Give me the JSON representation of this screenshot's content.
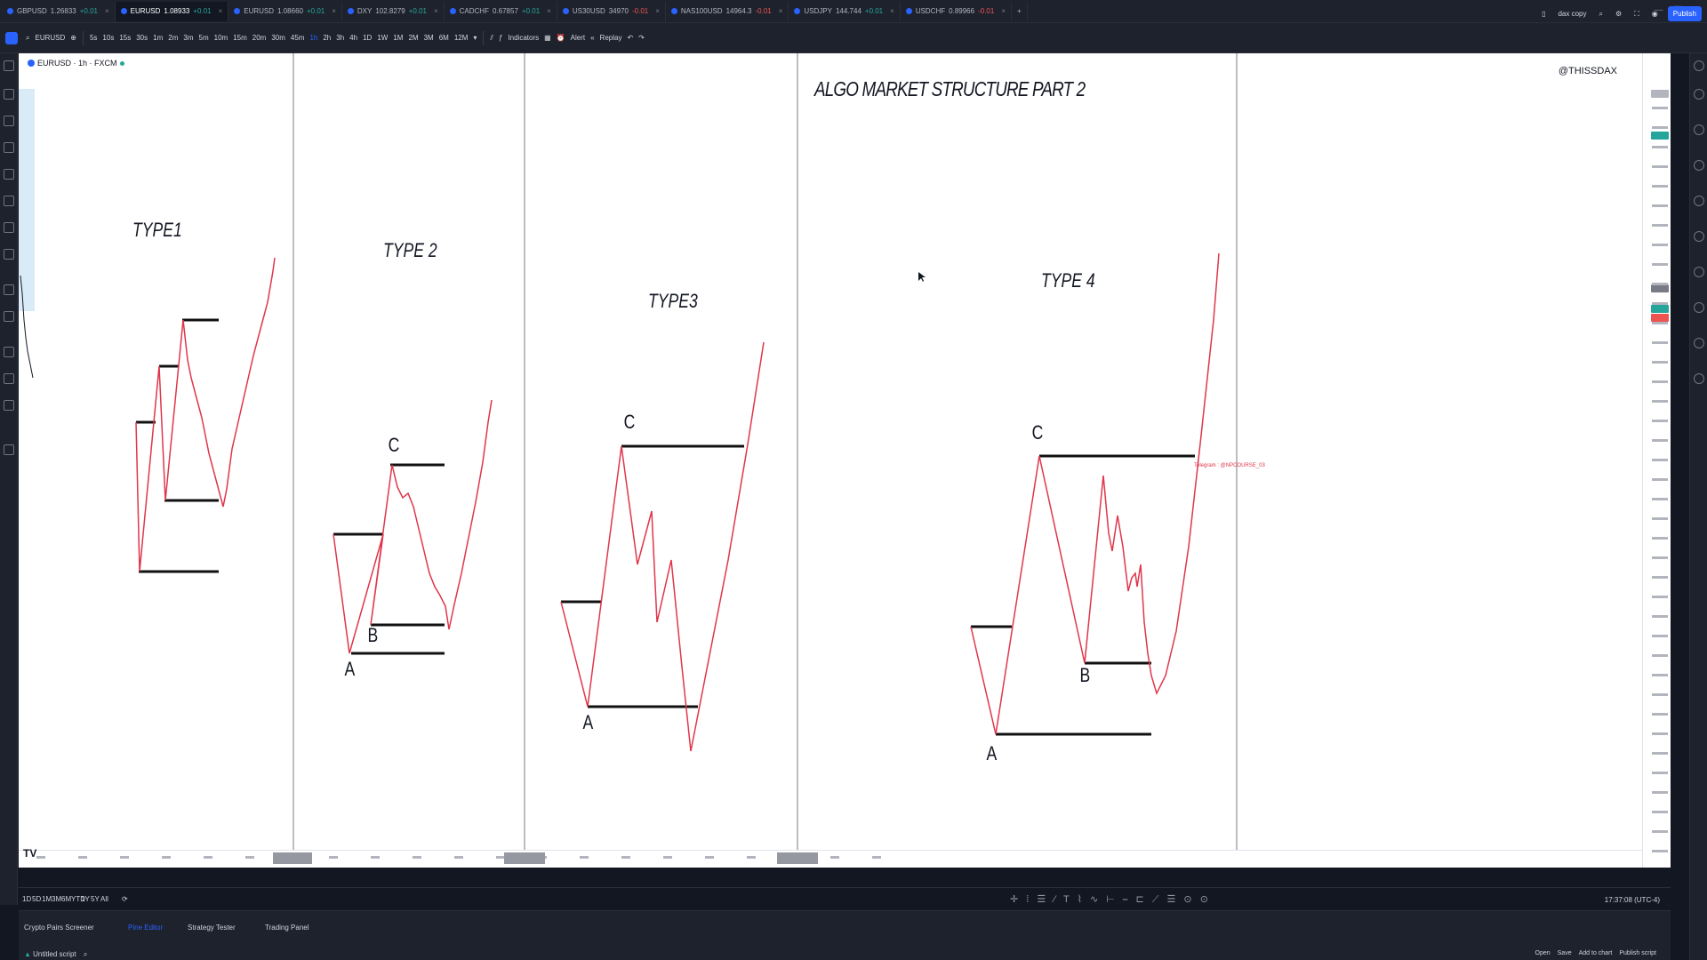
{
  "tabs": [
    {
      "symbol": "GBPUSD",
      "price": "1.26833",
      "change": "+0.01",
      "dir": "up"
    },
    {
      "symbol": "EURUSD",
      "price": "1.08933",
      "change": "+0.01",
      "dir": "up",
      "active": true
    },
    {
      "symbol": "EURUSD",
      "price": "1.08660",
      "change": "+0.01",
      "dir": "up"
    },
    {
      "symbol": "DXY",
      "price": "102.8279",
      "change": "+0.01",
      "dir": "up"
    },
    {
      "symbol": "CADCHF",
      "price": "0.67857",
      "change": "+0.01",
      "dir": "up"
    },
    {
      "symbol": "US30USD",
      "price": "34970",
      "change": "-0.01",
      "dir": "dn"
    },
    {
      "symbol": "NAS100USD",
      "price": "14964.3",
      "change": "-0.01",
      "dir": "dn"
    },
    {
      "symbol": "USDJPY",
      "price": "144.744",
      "change": "+0.01",
      "dir": "up"
    },
    {
      "symbol": "USDCHF",
      "price": "0.89966",
      "change": "-0.01",
      "dir": "dn"
    }
  ],
  "toolbar": {
    "symbol": "EURUSD",
    "intervals": [
      "5s",
      "10s",
      "15s",
      "30s",
      "1m",
      "2m",
      "3m",
      "5m",
      "10m",
      "15m",
      "20m",
      "30m",
      "45m",
      "1h",
      "2h",
      "3h",
      "4h",
      "1D",
      "1W",
      "1M",
      "2M",
      "3M",
      "6M",
      "12M"
    ],
    "active_interval": "1h",
    "indicators": "Indicators",
    "alert": "Alert",
    "replay": "Replay",
    "layout": "dax copy",
    "publish": "Publish"
  },
  "chart": {
    "symbol_line": "EURUSD · 1h · FXCM",
    "title": "ALGO MARKET STRUCTURE PART 2",
    "author": "@THISSDAX",
    "telegram": "Telegram : @NPCOURSE_03",
    "watermark": "TV",
    "types": [
      {
        "label": "TYPE1"
      },
      {
        "label": "TYPE 2",
        "points": [
          "A",
          "B",
          "C"
        ]
      },
      {
        "label": "TYPE3",
        "points": [
          "A",
          "C"
        ]
      },
      {
        "label": "TYPE 4",
        "points": [
          "A",
          "B",
          "C"
        ]
      }
    ],
    "colors": {
      "line": "#e0364b",
      "level": "#111111",
      "divider": "#787b86"
    }
  },
  "bottom": {
    "ranges": [
      "1D",
      "5D",
      "1M",
      "3M",
      "6M",
      "YTD",
      "1Y",
      "5Y",
      "All"
    ],
    "clock": "17:37:08 (UTC-4)"
  },
  "panel": {
    "tabs": [
      "Crypto Pairs Screener",
      "Pine Editor",
      "Strategy Tester",
      "Trading Panel"
    ],
    "active_tab": "Pine Editor",
    "script": "Untitled script",
    "actions": [
      "Open",
      "Save",
      "Add to chart",
      "Publish script"
    ]
  }
}
